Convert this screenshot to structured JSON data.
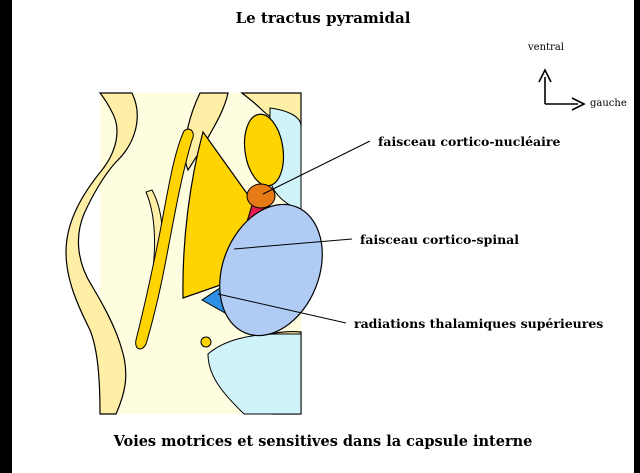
{
  "title": "Le tractus pyramidal",
  "caption": "Voies motrices et sensitives dans la capsule interne",
  "orientation": {
    "up": "ventral",
    "right": "gauche"
  },
  "labels": {
    "cortico_nucleaire": "faisceau cortico-nucléaire",
    "cortico_spinal": "faisceau cortico-spinal",
    "radiations": "radiations thalamiques supérieures"
  },
  "colors": {
    "background_tissue": "#FFFDE0",
    "gyri": "#FFEEA6",
    "yellow_nucleus": "#FFD400",
    "light_blue": "#CFF3F9",
    "thalamus": "#B0CCF5",
    "cortico_nucleaire": "#E57A16",
    "cortico_spinal": "#E21C4D",
    "radiations": "#2D8FE6"
  }
}
